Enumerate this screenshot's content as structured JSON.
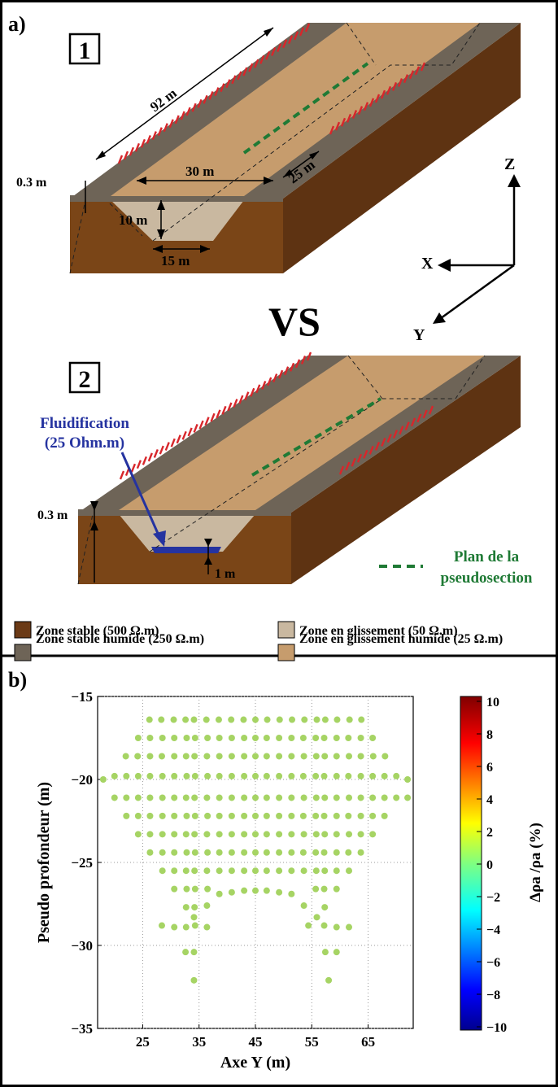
{
  "panel_a": {
    "label": "a)",
    "box1": "1",
    "box2": "2",
    "vs": "VS",
    "dims": {
      "length": "92 m",
      "width_top": "30 m",
      "side": "25 m",
      "depth": "10 m",
      "bottom": "15 m",
      "layer1": "0.3 m",
      "layer2": "0.3 m",
      "fluid_thickness": "1 m"
    },
    "axes": {
      "z": "Z",
      "x": "X",
      "y": "Y"
    },
    "fluid_label_line1": "Fluidification",
    "fluid_label_line2": "(25 Ohm.m)",
    "plan_line1": "Plan de la",
    "plan_line2": "pseudosection",
    "legend": [
      {
        "label": "Zone stable (500 Ω.m)",
        "color": "#6b3a16"
      },
      {
        "label": "Zone en glissement (50 Ω.m)",
        "color": "#c9b8a0"
      },
      {
        "label": "Zone stable humide (250 Ω.m)",
        "color": "#6e6457"
      },
      {
        "label": "Zone en glissement humide (25 Ω.m)",
        "color": "#c69c6d"
      }
    ],
    "colors": {
      "stable": "#6b3a16",
      "stable_front": "#7a4517",
      "stable_side": "#5e3312",
      "wet_stable": "#6e6457",
      "slide": "#c9b8a0",
      "wet_slide": "#c69c6d",
      "fluid": "#2533a0",
      "electrode": "#d7262b",
      "pseudo_plane": "#1f7a35"
    }
  },
  "panel_b": {
    "label": "b)",
    "colorbar_ticks": [
      "10",
      "8",
      "6",
      "4",
      "2",
      "0",
      "−2",
      "−4",
      "−6",
      "−8",
      "−10"
    ],
    "colorbar_label": "Δρa /ρa (%)",
    "chart_data": {
      "type": "scatter",
      "xlabel": "Axe Y (m)",
      "ylabel": "Pseudo profondeur (m)",
      "xlim": [
        17,
        73
      ],
      "ylim": [
        -35,
        -15
      ],
      "xticks": [
        "25",
        "35",
        "45",
        "55",
        "65"
      ],
      "yticks": [
        "−15",
        "−20",
        "−25",
        "−30",
        "−35"
      ],
      "grid": true,
      "marker_color": "#a6d464",
      "value_all_points": 0,
      "clim": [
        -10,
        10
      ],
      "points": [
        [
          26.2,
          -16.4
        ],
        [
          28.3,
          -16.4
        ],
        [
          30.5,
          -16.4
        ],
        [
          32.6,
          -16.4
        ],
        [
          34.1,
          -16.4
        ],
        [
          36.3,
          -16.4
        ],
        [
          38.5,
          -16.4
        ],
        [
          40.7,
          -16.4
        ],
        [
          42.9,
          -16.4
        ],
        [
          45.0,
          -16.4
        ],
        [
          47.1,
          -16.4
        ],
        [
          49.3,
          -16.4
        ],
        [
          51.5,
          -16.4
        ],
        [
          53.7,
          -16.4
        ],
        [
          55.9,
          -16.4
        ],
        [
          57.4,
          -16.4
        ],
        [
          59.5,
          -16.4
        ],
        [
          61.7,
          -16.4
        ],
        [
          63.8,
          -16.4
        ],
        [
          24.2,
          -17.5
        ],
        [
          26.3,
          -17.5
        ],
        [
          28.5,
          -17.5
        ],
        [
          30.6,
          -17.5
        ],
        [
          32.8,
          -17.5
        ],
        [
          34.3,
          -17.5
        ],
        [
          36.5,
          -17.5
        ],
        [
          38.6,
          -17.5
        ],
        [
          40.8,
          -17.5
        ],
        [
          43.0,
          -17.5
        ],
        [
          45.0,
          -17.5
        ],
        [
          47.0,
          -17.5
        ],
        [
          49.2,
          -17.5
        ],
        [
          51.4,
          -17.5
        ],
        [
          53.5,
          -17.5
        ],
        [
          55.7,
          -17.5
        ],
        [
          57.2,
          -17.5
        ],
        [
          59.4,
          -17.5
        ],
        [
          61.5,
          -17.5
        ],
        [
          63.7,
          -17.5
        ],
        [
          65.8,
          -17.5
        ],
        [
          22.0,
          -18.6
        ],
        [
          24.1,
          -18.6
        ],
        [
          26.3,
          -18.6
        ],
        [
          28.4,
          -18.6
        ],
        [
          30.6,
          -18.6
        ],
        [
          32.7,
          -18.6
        ],
        [
          34.2,
          -18.6
        ],
        [
          36.4,
          -18.6
        ],
        [
          38.6,
          -18.6
        ],
        [
          40.8,
          -18.6
        ],
        [
          43.0,
          -18.6
        ],
        [
          45.0,
          -18.6
        ],
        [
          47.0,
          -18.6
        ],
        [
          49.2,
          -18.6
        ],
        [
          51.4,
          -18.6
        ],
        [
          53.6,
          -18.6
        ],
        [
          55.8,
          -18.6
        ],
        [
          57.3,
          -18.6
        ],
        [
          59.4,
          -18.6
        ],
        [
          61.6,
          -18.6
        ],
        [
          63.7,
          -18.6
        ],
        [
          65.9,
          -18.6
        ],
        [
          68.0,
          -18.6
        ],
        [
          20.0,
          -19.8
        ],
        [
          22.1,
          -19.8
        ],
        [
          24.2,
          -19.8
        ],
        [
          26.3,
          -19.8
        ],
        [
          28.5,
          -19.8
        ],
        [
          30.6,
          -19.8
        ],
        [
          32.8,
          -19.8
        ],
        [
          34.3,
          -19.8
        ],
        [
          36.5,
          -19.8
        ],
        [
          38.6,
          -19.8
        ],
        [
          40.8,
          -19.8
        ],
        [
          43.0,
          -19.8
        ],
        [
          45.0,
          -19.8
        ],
        [
          47.0,
          -19.8
        ],
        [
          49.2,
          -19.8
        ],
        [
          51.4,
          -19.8
        ],
        [
          53.5,
          -19.8
        ],
        [
          55.7,
          -19.8
        ],
        [
          57.2,
          -19.8
        ],
        [
          59.4,
          -19.8
        ],
        [
          61.5,
          -19.8
        ],
        [
          63.7,
          -19.8
        ],
        [
          65.8,
          -19.8
        ],
        [
          67.9,
          -19.8
        ],
        [
          70.0,
          -19.8
        ],
        [
          18.0,
          -20.0
        ],
        [
          72.0,
          -20.0
        ],
        [
          20.0,
          -21.1
        ],
        [
          22.1,
          -21.1
        ],
        [
          24.2,
          -21.1
        ],
        [
          26.3,
          -21.1
        ],
        [
          28.5,
          -21.1
        ],
        [
          30.6,
          -21.1
        ],
        [
          32.7,
          -21.1
        ],
        [
          34.2,
          -21.1
        ],
        [
          36.4,
          -21.1
        ],
        [
          38.6,
          -21.1
        ],
        [
          40.8,
          -21.1
        ],
        [
          43.0,
          -21.1
        ],
        [
          45.0,
          -21.1
        ],
        [
          47.0,
          -21.1
        ],
        [
          49.2,
          -21.1
        ],
        [
          51.4,
          -21.1
        ],
        [
          53.6,
          -21.1
        ],
        [
          55.8,
          -21.1
        ],
        [
          57.3,
          -21.1
        ],
        [
          59.4,
          -21.1
        ],
        [
          61.6,
          -21.1
        ],
        [
          63.7,
          -21.1
        ],
        [
          65.8,
          -21.1
        ],
        [
          67.9,
          -21.1
        ],
        [
          70.0,
          -21.1
        ],
        [
          72.0,
          -21.1
        ],
        [
          22.1,
          -22.2
        ],
        [
          24.2,
          -22.2
        ],
        [
          26.3,
          -22.2
        ],
        [
          28.5,
          -22.2
        ],
        [
          30.6,
          -22.2
        ],
        [
          32.8,
          -22.2
        ],
        [
          34.3,
          -22.2
        ],
        [
          36.5,
          -22.2
        ],
        [
          38.6,
          -22.2
        ],
        [
          40.8,
          -22.2
        ],
        [
          43.0,
          -22.2
        ],
        [
          45.0,
          -22.2
        ],
        [
          47.0,
          -22.2
        ],
        [
          49.2,
          -22.2
        ],
        [
          51.4,
          -22.2
        ],
        [
          53.5,
          -22.2
        ],
        [
          55.7,
          -22.2
        ],
        [
          57.2,
          -22.2
        ],
        [
          59.4,
          -22.2
        ],
        [
          61.5,
          -22.2
        ],
        [
          63.7,
          -22.2
        ],
        [
          65.8,
          -22.2
        ],
        [
          67.9,
          -22.2
        ],
        [
          24.2,
          -23.3
        ],
        [
          26.3,
          -23.3
        ],
        [
          28.5,
          -23.3
        ],
        [
          30.6,
          -23.3
        ],
        [
          32.7,
          -23.3
        ],
        [
          34.2,
          -23.3
        ],
        [
          36.4,
          -23.3
        ],
        [
          38.6,
          -23.3
        ],
        [
          40.8,
          -23.3
        ],
        [
          43.0,
          -23.3
        ],
        [
          45.0,
          -23.3
        ],
        [
          47.0,
          -23.3
        ],
        [
          49.2,
          -23.3
        ],
        [
          51.4,
          -23.3
        ],
        [
          53.6,
          -23.3
        ],
        [
          55.8,
          -23.3
        ],
        [
          57.3,
          -23.3
        ],
        [
          59.4,
          -23.3
        ],
        [
          61.6,
          -23.3
        ],
        [
          63.7,
          -23.3
        ],
        [
          65.8,
          -23.3
        ],
        [
          26.3,
          -24.4
        ],
        [
          28.5,
          -24.4
        ],
        [
          30.6,
          -24.4
        ],
        [
          32.8,
          -24.4
        ],
        [
          34.3,
          -24.4
        ],
        [
          36.5,
          -24.4
        ],
        [
          38.6,
          -24.4
        ],
        [
          40.8,
          -24.4
        ],
        [
          43.0,
          -24.4
        ],
        [
          45.0,
          -24.4
        ],
        [
          47.0,
          -24.4
        ],
        [
          49.2,
          -24.4
        ],
        [
          51.4,
          -24.4
        ],
        [
          53.5,
          -24.4
        ],
        [
          55.7,
          -24.4
        ],
        [
          57.2,
          -24.4
        ],
        [
          59.4,
          -24.4
        ],
        [
          61.5,
          -24.4
        ],
        [
          63.7,
          -24.4
        ],
        [
          28.5,
          -25.5
        ],
        [
          30.6,
          -25.5
        ],
        [
          32.7,
          -25.5
        ],
        [
          34.2,
          -25.5
        ],
        [
          36.4,
          -25.5
        ],
        [
          38.6,
          -25.5
        ],
        [
          40.8,
          -25.5
        ],
        [
          43.0,
          -25.5
        ],
        [
          45.0,
          -25.5
        ],
        [
          47.0,
          -25.5
        ],
        [
          49.2,
          -25.5
        ],
        [
          51.4,
          -25.5
        ],
        [
          53.6,
          -25.5
        ],
        [
          55.8,
          -25.5
        ],
        [
          57.3,
          -25.5
        ],
        [
          59.4,
          -25.5
        ],
        [
          61.6,
          -25.5
        ],
        [
          30.6,
          -26.6
        ],
        [
          32.8,
          -26.6
        ],
        [
          34.3,
          -26.6
        ],
        [
          36.5,
          -26.6
        ],
        [
          55.7,
          -26.6
        ],
        [
          57.2,
          -26.6
        ],
        [
          59.4,
          -26.6
        ],
        [
          32.7,
          -27.7
        ],
        [
          34.2,
          -27.7
        ],
        [
          57.3,
          -27.7
        ],
        [
          34.3,
          -28.8
        ],
        [
          57.2,
          -28.8
        ],
        [
          38.6,
          -26.9
        ],
        [
          40.8,
          -26.8
        ],
        [
          43.0,
          -26.7
        ],
        [
          45.0,
          -26.7
        ],
        [
          47.0,
          -26.7
        ],
        [
          49.2,
          -26.8
        ],
        [
          51.4,
          -26.9
        ],
        [
          36.4,
          -27.6
        ],
        [
          53.6,
          -27.6
        ],
        [
          34.1,
          -28.3
        ],
        [
          55.9,
          -28.3
        ],
        [
          28.4,
          -28.8
        ],
        [
          30.6,
          -28.9
        ],
        [
          32.7,
          -28.9
        ],
        [
          36.4,
          -28.9
        ],
        [
          54.4,
          -28.8
        ],
        [
          59.4,
          -28.9
        ],
        [
          61.6,
          -28.9
        ],
        [
          32.6,
          -30.4
        ],
        [
          34.1,
          -30.4
        ],
        [
          57.4,
          -30.4
        ],
        [
          59.4,
          -30.4
        ],
        [
          34.1,
          -32.1
        ],
        [
          58.0,
          -32.1
        ]
      ]
    }
  }
}
